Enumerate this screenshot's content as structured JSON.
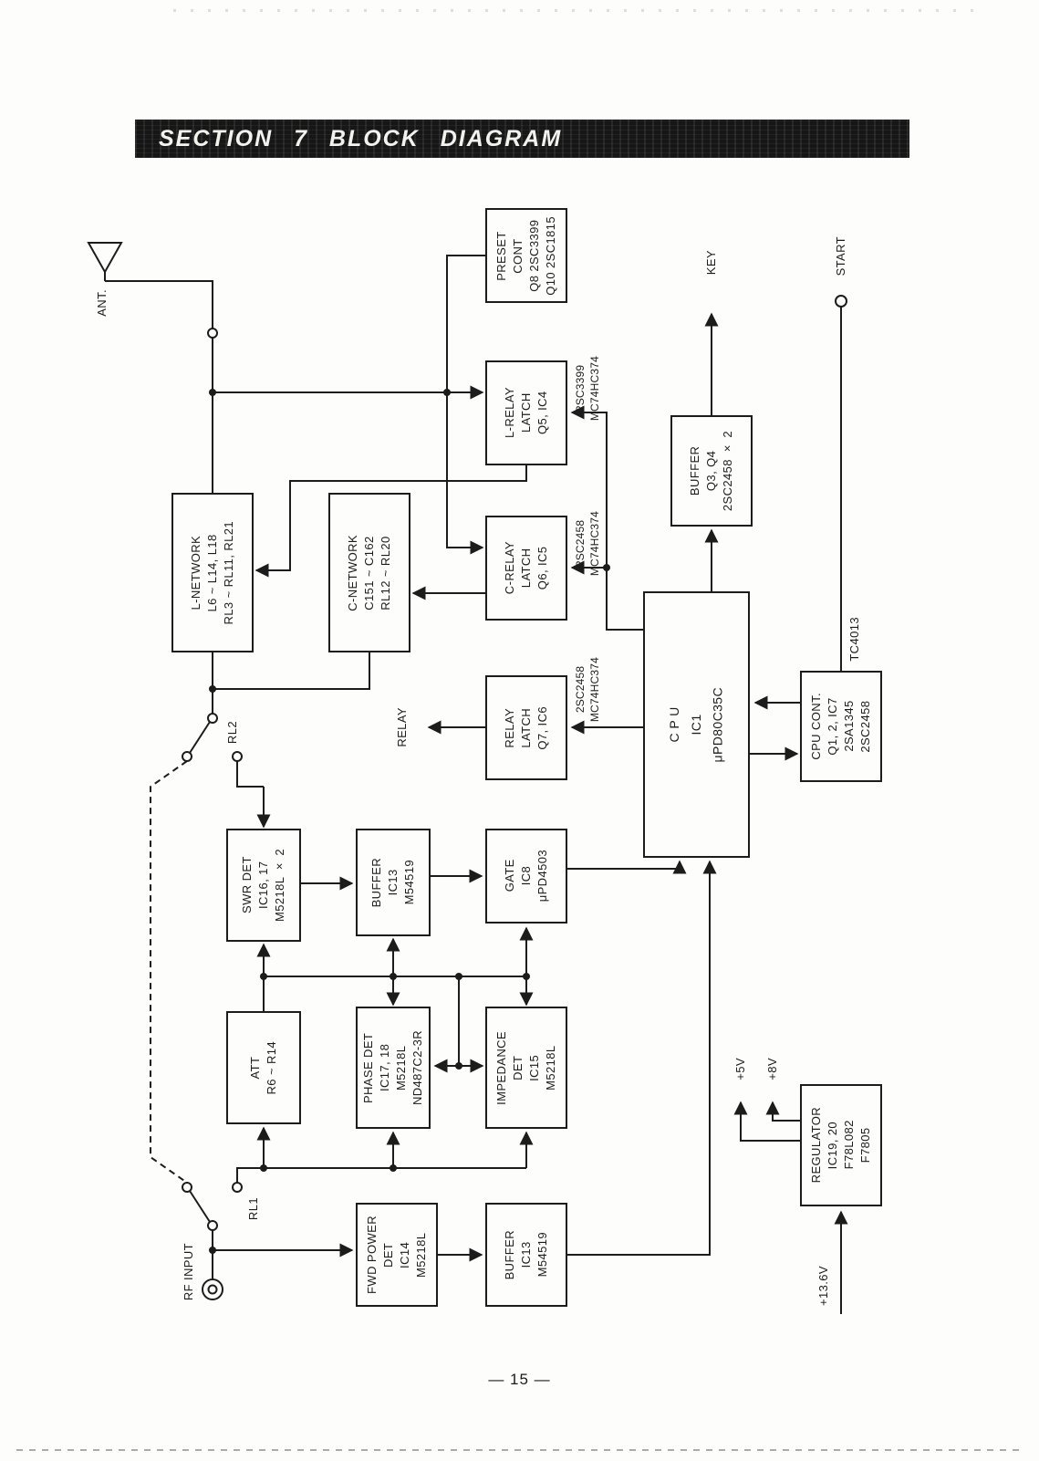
{
  "page": {
    "section_title": "SECTION 7 BLOCK DIAGRAM",
    "page_number": "— 15 —",
    "colors": {
      "ink": "#1c1c1c",
      "paper": "#fdfdfc",
      "title_bar": "#161616",
      "title_text": "#f2f2ee"
    }
  },
  "diagram": {
    "boxes": {
      "preset_cont": "PRESET\nCONT\nQ8 2SC3399\nQ10 2SC1815",
      "l_relay_latch": "L-RELAY\nLATCH\nQ5, IC4",
      "c_relay_latch": "C-RELAY\nLATCH\nQ6, IC5",
      "relay_latch": "RELAY\nLATCH\nQ7, IC6",
      "buffer_key": "BUFFER\nQ3, Q4\n2SC2458 × 2",
      "l_network": "L-NETWORK\nL6 ~ L14, L18\nRL3 ~ RL11, RL21",
      "c_network": "C-NETWORK\nC151 ~ C162\nRL12 ~ RL20",
      "cpu": "C P U\nIC1\nμPD80C35C",
      "cpu_cont": "CPU CONT.\nQ1, 2, IC7\n2SA1345\n2SC2458",
      "gate": "GATE\nIC8\nμPD4503",
      "swr_det": "SWR DET\nIC16, 17\nM5218L × 2",
      "buffer_mid": "BUFFER\nIC13\nM54519",
      "att": "ATT\nR6 ~ R14",
      "phase_det": "PHASE DET\nIC17, 18\nM5218L\nND487C2-3R",
      "impedance_det": "IMPEDANCE\nDET\nIC15\nM5218L",
      "fwd_power_det": "FWD POWER\nDET\nIC14\nM5218L",
      "buffer_low": "BUFFER\nIC13\nM54519",
      "regulator": "REGULATOR\nIC19, 20\nF78L082\nF7805"
    },
    "labels": {
      "ant": "ANT.",
      "rl2": "RL2",
      "rl1": "RL1",
      "relay_out": "RELAY",
      "key": "KEY",
      "start": "START",
      "tc4013": "TC4013",
      "l_relay_parts": "2SC3399\nMC74HC374",
      "c_relay_parts": "2SC2458\nMC74HC374",
      "relay_parts": "2SC2458\nMC74HC374",
      "rf_input": "RF INPUT",
      "plus5v": "+5V",
      "plus8v": "+8V",
      "plus13_6v": "+13.6V"
    }
  }
}
